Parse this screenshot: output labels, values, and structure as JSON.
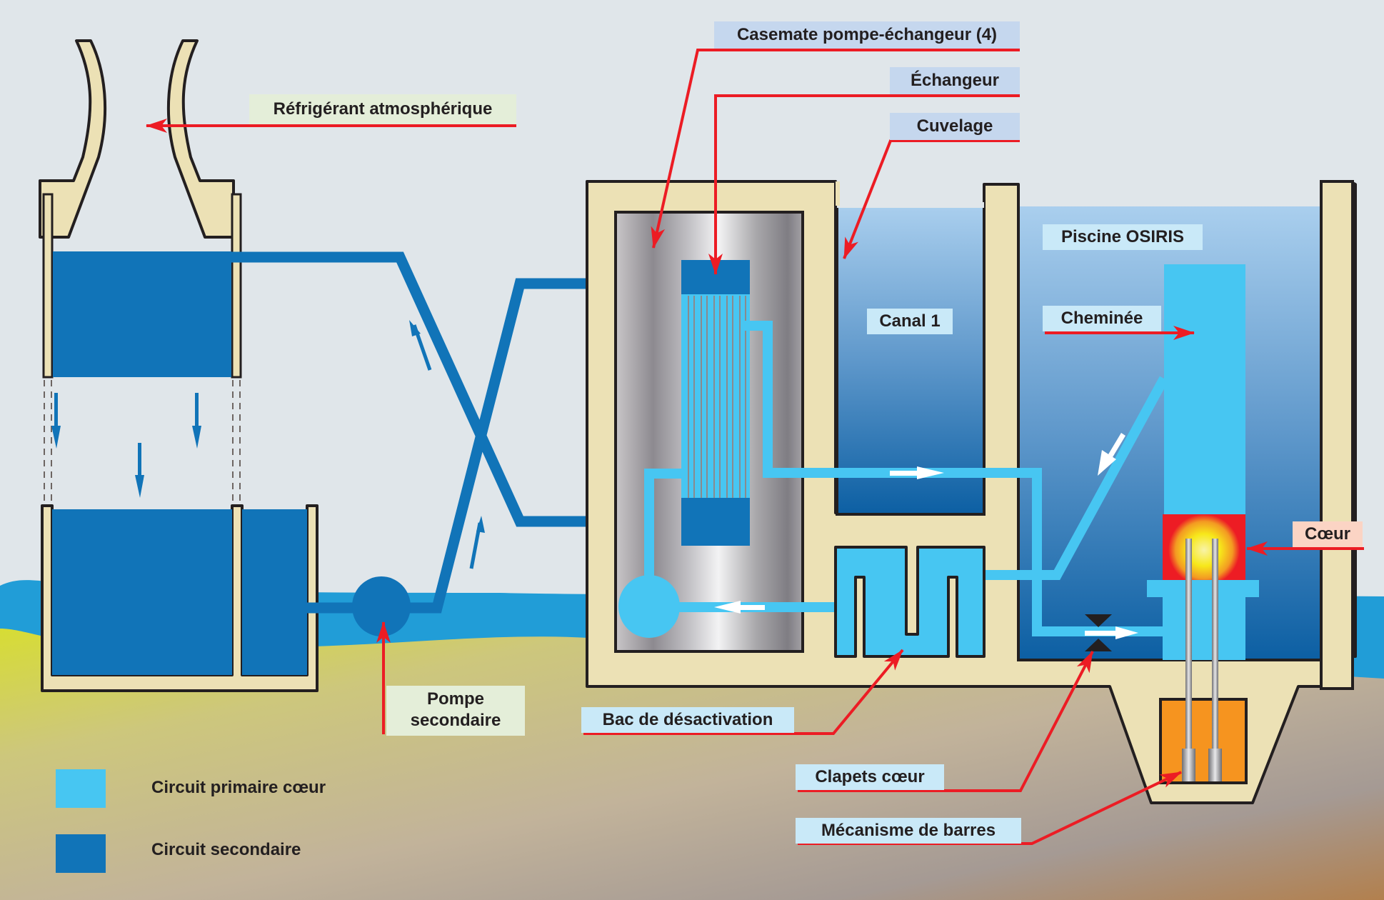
{
  "diagram": {
    "title": "Schéma du circuit de refroidissement du réacteur OSIRIS",
    "colors": {
      "primary_circuit": "#47c6f2",
      "secondary_circuit": "#1174b8",
      "concrete": "#ece1b5",
      "arrow_red": "#ec1c24",
      "core_red": "#ed1c24",
      "core_glow": "#f7ec13",
      "mechanism_orange": "#f6941f",
      "sky": "#e0e6ea"
    },
    "labels": {
      "cooling_tower": "Réfrigérant atmosphérique",
      "casemate": "Casemate pompe-échangeur (4)",
      "exchanger": "Échangeur",
      "lining": "Cuvelage",
      "pool": "Piscine OSIRIS",
      "canal": "Canal 1",
      "chimney": "Cheminée",
      "core": "Cœur",
      "secondary_pump_line1": "Pompe",
      "secondary_pump_line2": "secondaire",
      "decay_tank": "Bac de désactivation",
      "core_valves": "Clapets cœur",
      "rod_mechanism": "Mécanisme de barres"
    },
    "legend": [
      {
        "label": "Circuit primaire cœur",
        "color": "#47c6f2"
      },
      {
        "label": "Circuit secondaire",
        "color": "#1174b8"
      }
    ]
  }
}
